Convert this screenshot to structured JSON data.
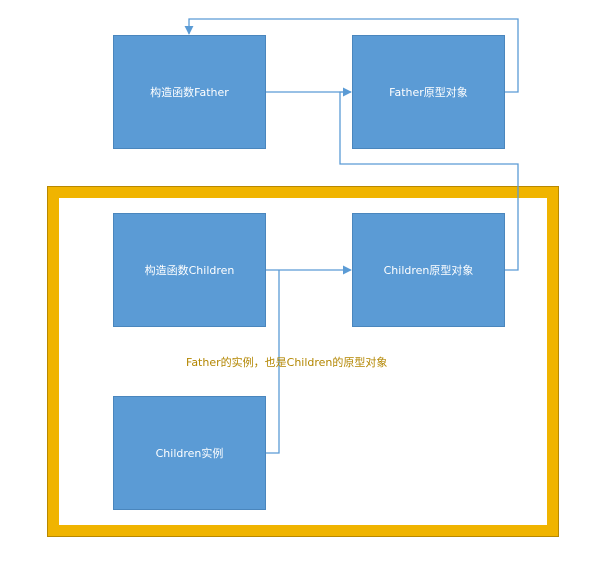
{
  "diagram": {
    "father_constructor": "构造函数Father",
    "father_prototype": "Father原型对象",
    "children_constructor": "构造函数Children",
    "children_prototype": "Children原型对象",
    "children_instance": "Children实例",
    "frame_note": "Father的实例，也是Children的原型对象"
  },
  "colors": {
    "box_fill": "#5b9bd5",
    "box_text": "#ffffff",
    "connector": "#5b9bd5",
    "frame_border": "#f0b400",
    "note_text": "#b38600"
  }
}
